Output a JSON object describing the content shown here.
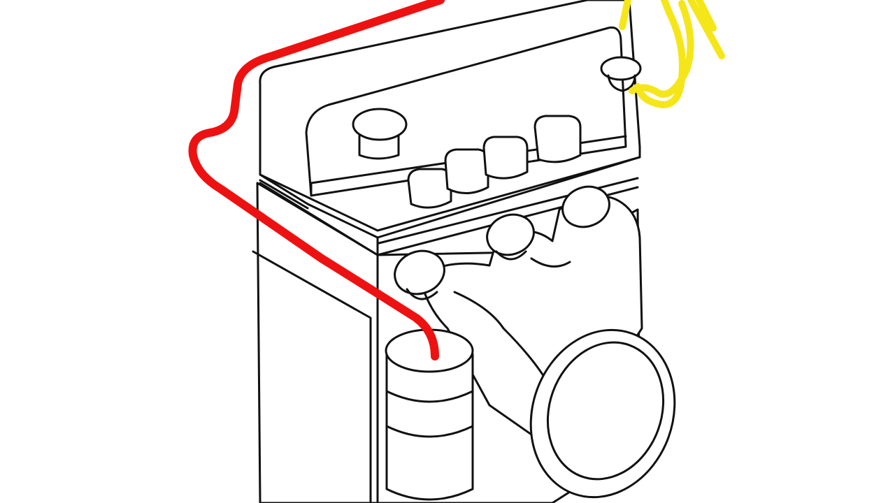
{
  "diagram": {
    "subject": "engine-block-line-drawing",
    "background_color": "#ffffff",
    "line_color": "#111111",
    "wires": [
      {
        "name": "red-wire",
        "color": "#ee1111"
      },
      {
        "name": "yellow-wire",
        "color": "#f5e61a"
      }
    ]
  }
}
